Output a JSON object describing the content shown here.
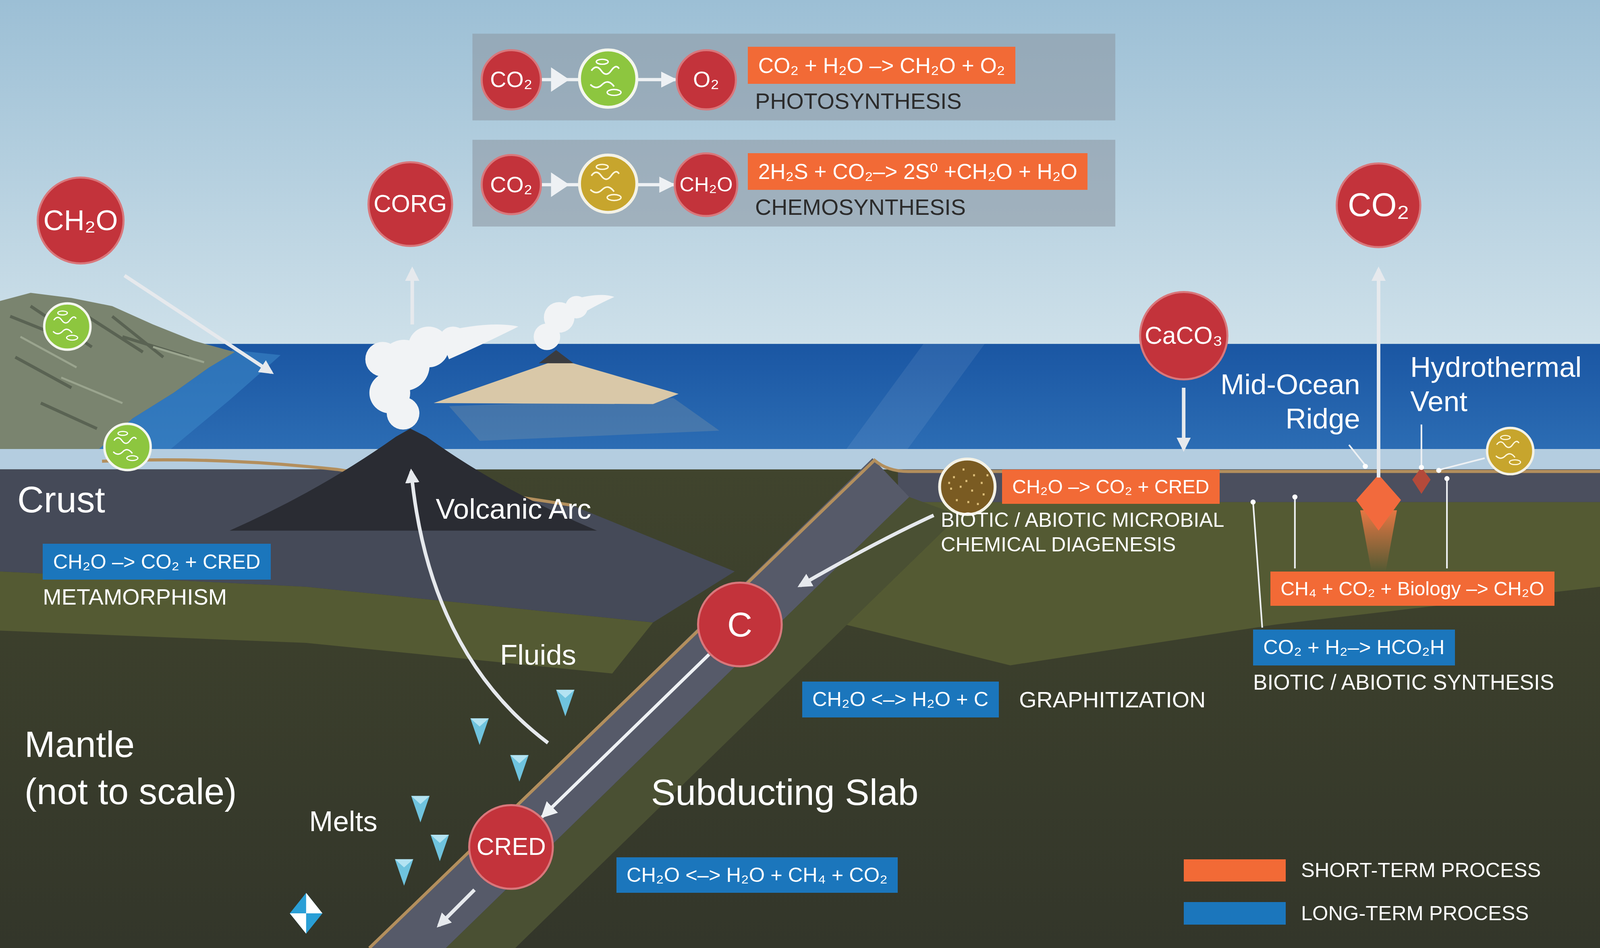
{
  "diagram": {
    "nodes": [
      {
        "text": [
          "CO₂"
        ]
      },
      {
        "text": [
          "O₂"
        ]
      },
      {
        "text": [
          "CO₂ + H₂O –> CH₂O + O₂",
          "PHOTOSYNTHESIS"
        ]
      },
      {
        "text": [
          "CO₂"
        ]
      },
      {
        "text": [
          "CH₂O"
        ]
      },
      {
        "text": [
          "2H₂S + CO₂–> 2S⁰ +CH₂O + H₂O",
          "CHEMOSYNTHESIS"
        ]
      },
      {
        "text": [
          "CH₂O"
        ]
      },
      {
        "text": [
          "CORG"
        ]
      },
      {
        "text": [
          "CO₂"
        ]
      },
      {
        "text": [
          "CaCO₃"
        ]
      },
      {
        "text": [
          "CH₂O –> CO₂ + CRED",
          "BIOTIC / ABIOTIC MICROBIAL CHEMICAL DIAGENESIS"
        ]
      },
      {
        "text": [
          "CH₂O –> CO₂ + CRED",
          "METAMORPHISM"
        ]
      },
      {
        "text": [
          "CH₄ + CO₂ + Biology –> CH₂O"
        ]
      },
      {
        "text": [
          "C"
        ]
      },
      {
        "text": [
          "CO₂ + H₂–> HCO₂H",
          "BIOTIC / ABIOTIC SYNTHESIS"
        ]
      },
      {
        "text": [
          "CH₂O <–> H₂O + C",
          "GRAPHITIZATION"
        ]
      },
      {
        "text": [
          "CRED"
        ]
      },
      {
        "text": [
          "CH₂O <–> H₂O + CH₄ + CO₂"
        ]
      }
    ],
    "edges": [
      {
        "from": 0,
        "to": 1,
        "arrow": "to"
      },
      {
        "from": 3,
        "to": 4,
        "arrow": "to"
      },
      {
        "from": 13,
        "to": 16,
        "arrow": "to"
      }
    ],
    "labels": [
      "Crust",
      "Volcanic Arc",
      "Mid-Ocean Ridge",
      "Hydrothermal Vent",
      "Fluids",
      "Melts",
      "Mantle",
      "(not to scale)",
      "Subducting Slab"
    ],
    "legend": [
      {
        "text": "SHORT-TERM PROCESS",
        "color": "#f26a36"
      },
      {
        "text": "LONG-TERM PROCESS",
        "color": "#1b76bc"
      }
    ]
  }
}
